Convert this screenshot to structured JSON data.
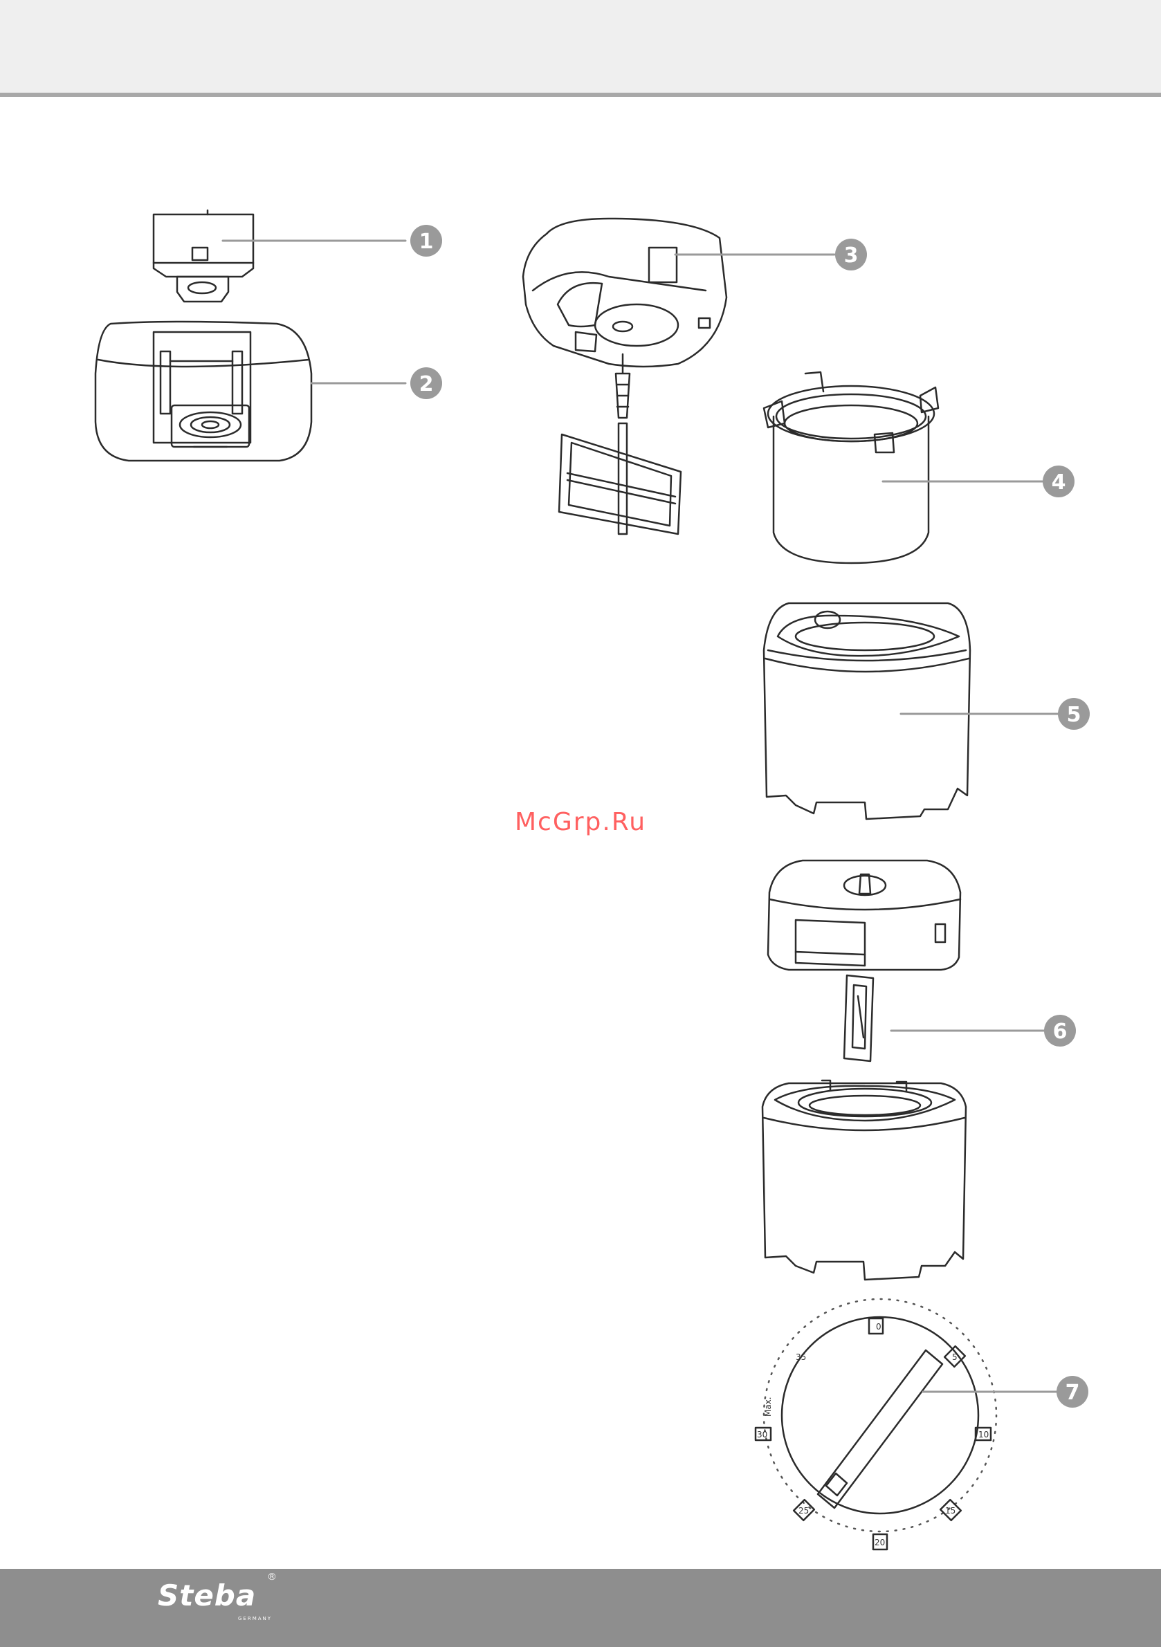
{
  "watermark": "McGrp.Ru",
  "logo": {
    "brand": "Steba",
    "registered": "®",
    "tagline": "GERMANY"
  },
  "callouts": [
    "1",
    "2",
    "3",
    "4",
    "5",
    "6",
    "7"
  ],
  "dial": {
    "max_label": "Max.",
    "marks": [
      "0",
      "5",
      "10",
      "15",
      "20",
      "25",
      "30",
      "35"
    ]
  },
  "colors": {
    "line": "#2b2b2b",
    "callout": "#9a9a9a",
    "footer": "#8e8e8e",
    "watermark": "#ff6060"
  }
}
